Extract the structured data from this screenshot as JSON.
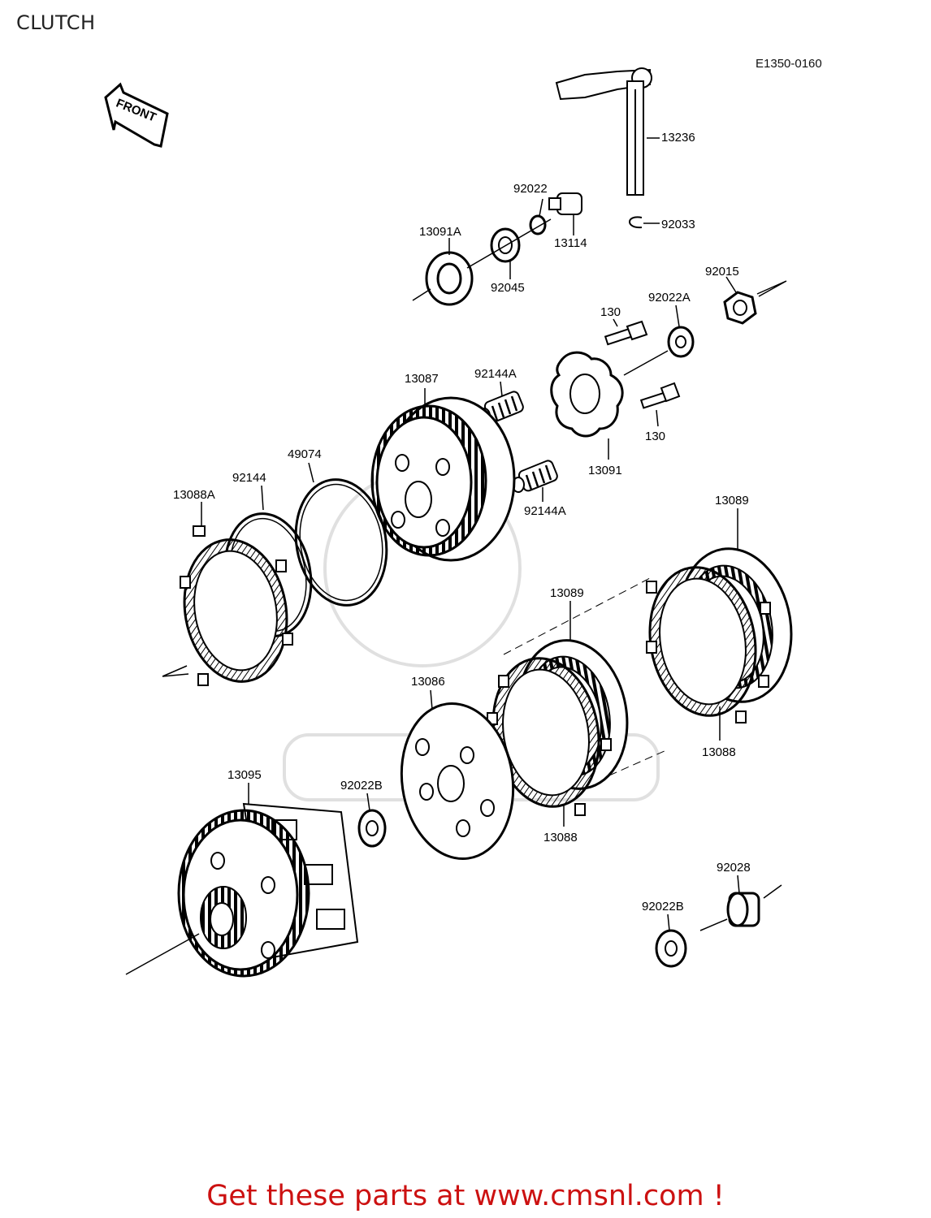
{
  "header": {
    "title": "CLUTCH",
    "diagram_code": "E1350-0160"
  },
  "front_arrow": {
    "label": "FRONT"
  },
  "parts": {
    "p13236": "13236",
    "p92022": "92022",
    "p92033": "92033",
    "p13091A": "13091A",
    "p13114": "13114",
    "p92045": "92045",
    "p92015": "92015",
    "p130a": "130",
    "p92022A": "92022A",
    "p13087": "13087",
    "p92144Aa": "92144A",
    "p130b": "130",
    "p13091": "13091",
    "p49074": "49074",
    "p92144": "92144",
    "p13088A": "13088A",
    "p92144Ab": "92144A",
    "p13089a": "13089",
    "p13089b": "13089",
    "p13086": "13086",
    "p13088a": "13088",
    "p13095": "13095",
    "p92022Ba": "92022B",
    "p13088b": "13088",
    "p92028": "92028",
    "p92022Bb": "92022B"
  },
  "footer": {
    "text": "Get these parts at www.cmsnl.com !",
    "color": "#cc1111"
  }
}
